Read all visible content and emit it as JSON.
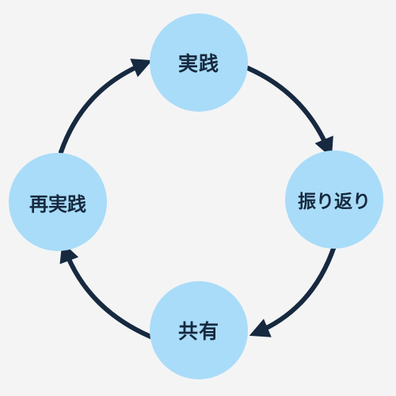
{
  "diagram": {
    "type": "cycle",
    "nodes": [
      {
        "id": "top",
        "label": "実践"
      },
      {
        "id": "right",
        "label": "振り返り"
      },
      {
        "id": "bottom",
        "label": "共有"
      },
      {
        "id": "left",
        "label": "再実践"
      }
    ],
    "edges": [
      {
        "from": "top",
        "to": "right"
      },
      {
        "from": "right",
        "to": "bottom"
      },
      {
        "from": "bottom",
        "to": "left"
      },
      {
        "from": "left",
        "to": "top"
      }
    ],
    "colors": {
      "node_fill": "#a9dcf8",
      "text": "#16293f",
      "arrow": "#16293f",
      "background": "#f4f4f5"
    }
  }
}
